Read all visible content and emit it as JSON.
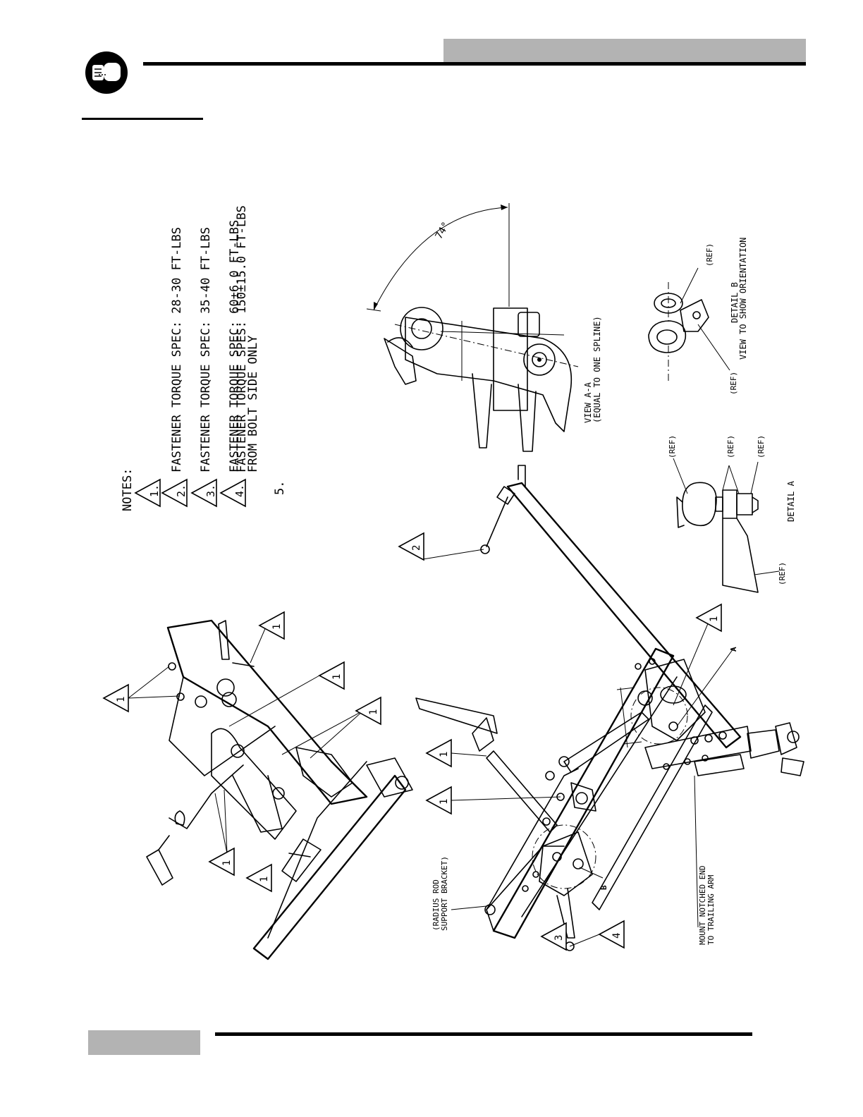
{
  "notes": {
    "heading": "NOTES:",
    "items": [
      {
        "tag": "1.",
        "text": "FASTENER TORQUE SPEC: 28-30 FT-LBS"
      },
      {
        "tag": "2.",
        "text": "FASTENER TORQUE SPEC: 35-40 FT-LBS"
      },
      {
        "tag": "3.",
        "text": "FASTENER TORQUE SPEC: 60±6.0 FT-LBS"
      },
      {
        "tag": "4.",
        "text": "FASTENER TORQUE SPES: 150±15.0 FT-LBS",
        "text2": "FROM BOLT SIDE ONLY"
      }
    ],
    "item5": "5."
  },
  "view_aa": {
    "angle": "74°",
    "title": "VIEW A-A",
    "subtitle": "(EQUAL TO ONE SPLINE)"
  },
  "detail_a": {
    "title": "DETAIL A",
    "ref": "(REF)"
  },
  "detail_b": {
    "title": "DETAIL B",
    "subtitle": "VIEW TO SHOW ORIENTATION",
    "ref": "(REF)"
  },
  "callouts": {
    "radius_rod": "(RADIUS ROD",
    "radius_rod2": "SUPPORT BRACKET)",
    "mount_notched": "MOUNT NOTCHED END",
    "mount_notched2": "TO TRAILING ARM",
    "label_a": "A",
    "label_b": "B",
    "tri1": "1",
    "tri2": "2",
    "tri3": "3",
    "tri4": "4"
  }
}
